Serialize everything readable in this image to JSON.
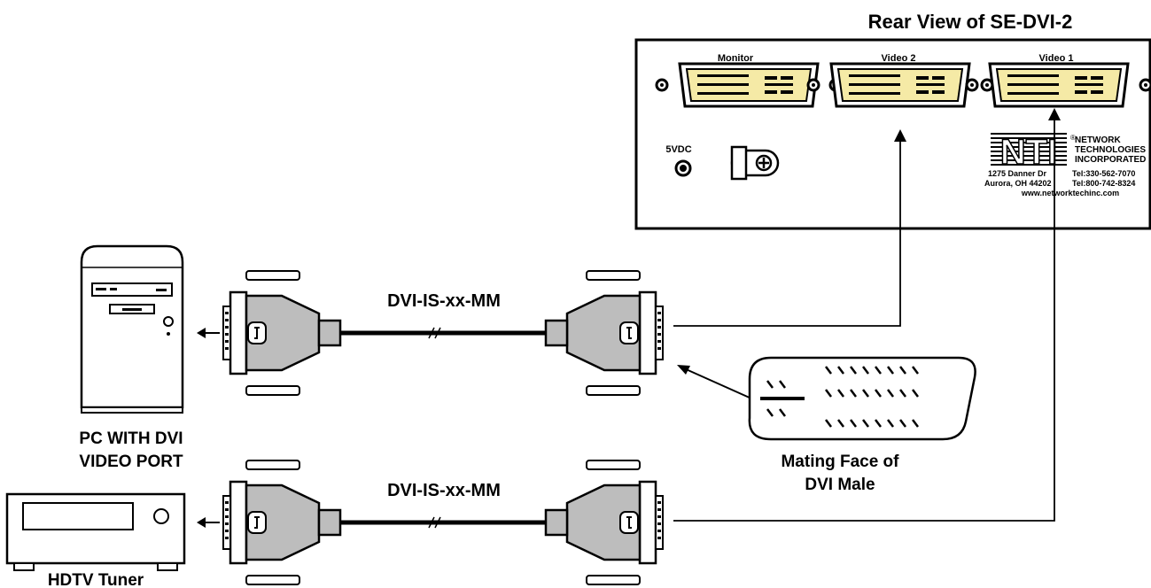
{
  "title": "Rear View of SE-DVI-2",
  "ports": {
    "monitor": "Monitor",
    "video2": "Video 2",
    "video1": "Video 1"
  },
  "power_label": "5VDC",
  "company": {
    "name_line1": "NETWORK",
    "name_line2": "TECHNOLOGIES",
    "name_line3": "INCORPORATED",
    "address_line1": "1275 Danner Dr",
    "address_line2": "Aurora, OH 44202",
    "tel1": "Tel:330-562-7070",
    "tel2": "Tel:800-742-8324",
    "website": "www.networktechinc.com",
    "logo_text": "NTI"
  },
  "cables": {
    "top_label": "DVI-IS-xx-MM",
    "bottom_label": "DVI-IS-xx-MM"
  },
  "pc_label": {
    "line1": "PC WITH DVI",
    "line2": "VIDEO PORT"
  },
  "hdtv_label": "HDTV Tuner",
  "mating_face_label": {
    "line1": "Mating Face of",
    "line2": "DVI Male"
  }
}
